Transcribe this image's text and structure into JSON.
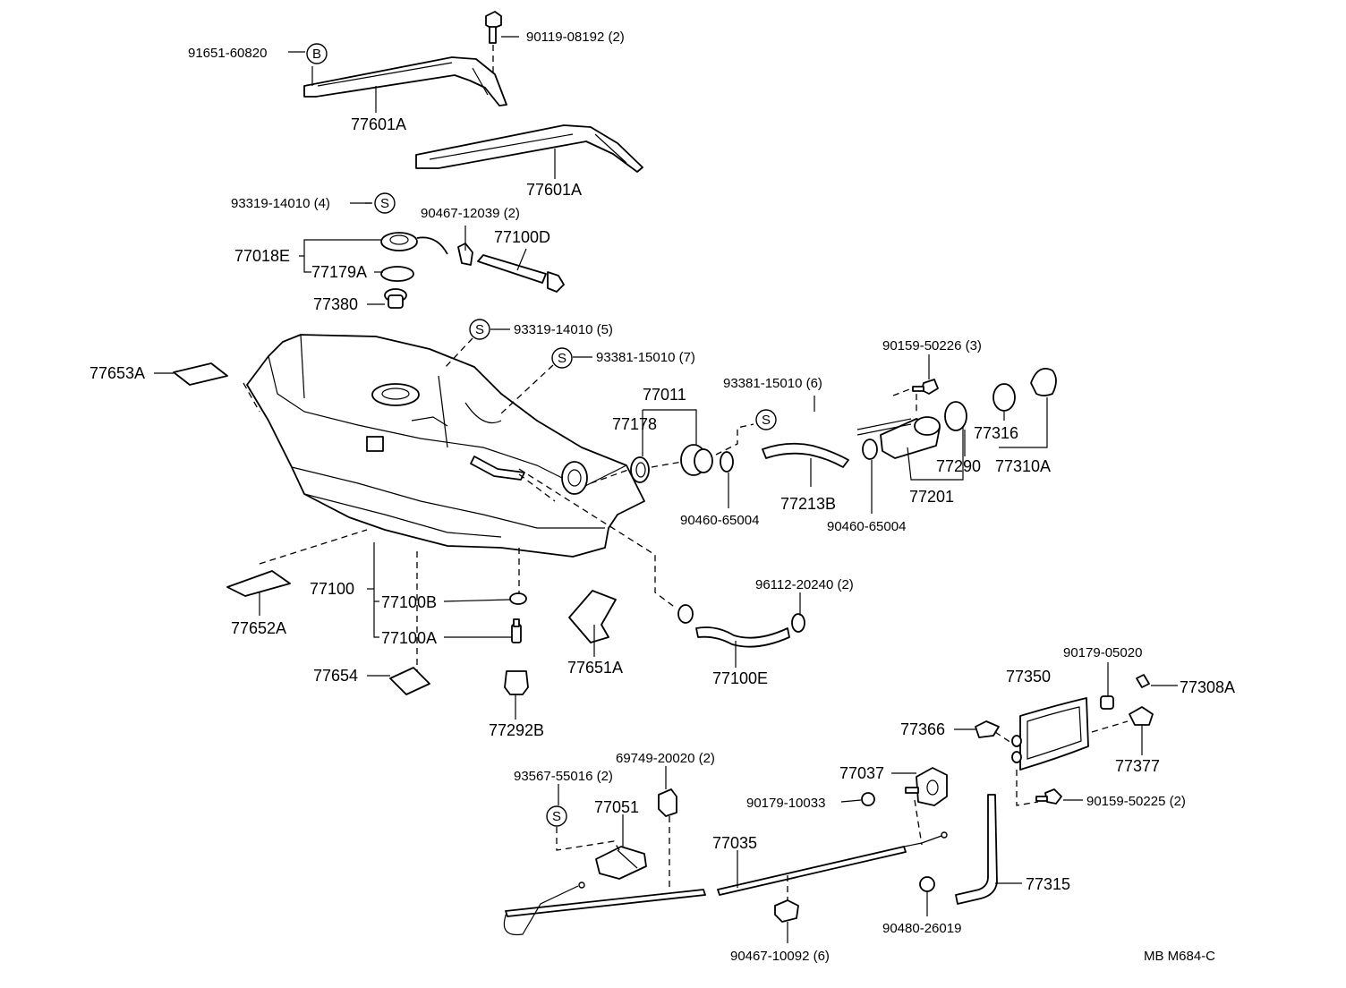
{
  "symbols": {
    "s": "S",
    "b": "B"
  },
  "labels": {
    "p91651_60820": "91651-60820",
    "p90119_08192": "90119-08192 (2)",
    "p77601A_1": "77601A",
    "p77601A_2": "77601A",
    "p93319_14010_4": "93319-14010 (4)",
    "p90467_12039": "90467-12039 (2)",
    "p77100D": "77100D",
    "p77018E": "77018E",
    "p77179A": "77179A",
    "p77380": "77380",
    "p93319_14010_5": "93319-14010 (5)",
    "p93381_15010_7": "93381-15010 (7)",
    "p77653A": "77653A",
    "p90159_50226": "90159-50226 (3)",
    "p77011": "77011",
    "p93381_15010_6": "93381-15010 (6)",
    "p77178": "77178",
    "p77316": "77316",
    "p77290": "77290",
    "p77310A": "77310A",
    "p77213B": "77213B",
    "p77201": "77201",
    "p90460_65004_a": "90460-65004",
    "p90460_65004_b": "90460-65004",
    "p96112_20240": "96112-20240 (2)",
    "p77100": "77100",
    "p77100B": "77100B",
    "p77100A": "77100A",
    "p77652A": "77652A",
    "p77654": "77654",
    "p77651A": "77651A",
    "p77100E": "77100E",
    "p77292B": "77292B",
    "p90179_05020": "90179-05020",
    "p77350": "77350",
    "p77308A": "77308A",
    "p77366": "77366",
    "p77377": "77377",
    "p69749_20020": "69749-20020 (2)",
    "p93567_55016": "93567-55016 (2)",
    "p77051": "77051",
    "p77037": "77037",
    "p90179_10033": "90179-10033",
    "p90159_50225": "90159-50225 (2)",
    "p77035": "77035",
    "p77315": "77315",
    "p90480_26019": "90480-26019",
    "p90467_10092": "90467-10092 (6)",
    "code": "MB  M684-C"
  }
}
